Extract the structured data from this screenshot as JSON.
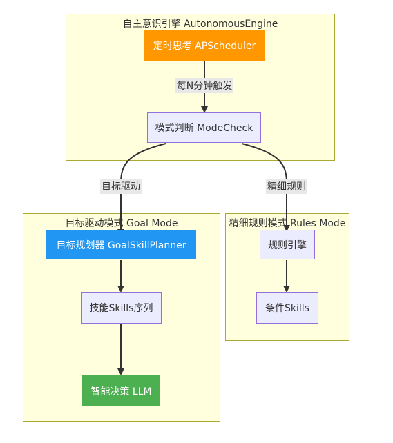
{
  "clusters": {
    "engine": {
      "title": "自主意识引擎 AutonomousEngine"
    },
    "goal": {
      "title": "目标驱动模式 Goal Mode"
    },
    "rules": {
      "title": "精细规则模式 Rules Mode"
    }
  },
  "nodes": {
    "scheduler": "定时思考 APScheduler",
    "mode_check": "模式判断 ModeCheck",
    "planner": "目标规划器 GoalSkillPlanner",
    "skill_seq": "技能Skills序列",
    "llm": "智能决策 LLM",
    "rule_engine": "规则引擎",
    "cond_skills": "条件Skills"
  },
  "edges": {
    "trigger": "每N分钟触发",
    "goal": "目标驱动",
    "rules": "精细规则"
  },
  "colors": {
    "cluster_fill": "#ffffde",
    "cluster_border": "#aaaa33",
    "node_fill": "#ececff",
    "node_border": "#9370db",
    "scheduler": "#ff9800",
    "planner": "#2196f3",
    "llm": "#4caf50",
    "edge": "#333333"
  }
}
